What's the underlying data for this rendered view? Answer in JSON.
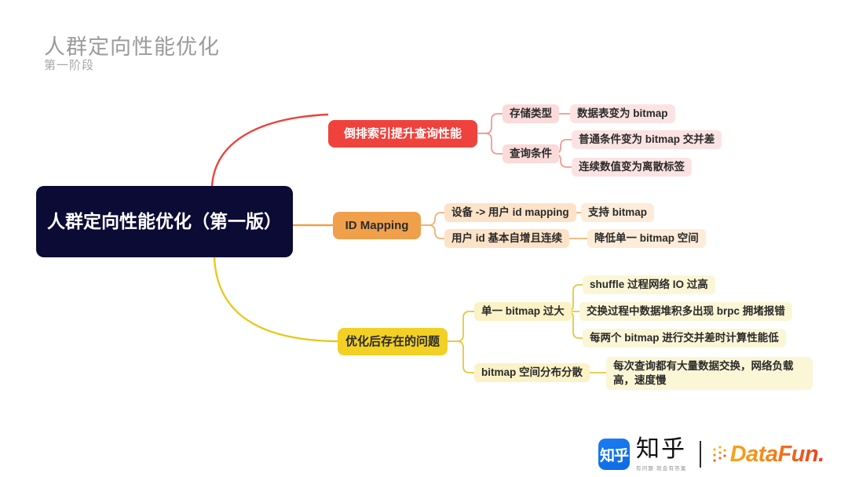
{
  "header": {
    "title": "人群定向性能优化",
    "subtitle": "第一阶段"
  },
  "mindmap": {
    "root": "人群定向性能优化（第一版）",
    "branches": [
      {
        "label": "倒排索引提升查询性能",
        "color": "#f0423c",
        "children": [
          {
            "label": "存储类型",
            "children": [
              {
                "label": "数据表变为 bitmap"
              }
            ]
          },
          {
            "label": "查询条件",
            "children": [
              {
                "label": "普通条件变为 bitmap 交并差"
              },
              {
                "label": "连续数值变为离散标签"
              }
            ]
          }
        ]
      },
      {
        "label": "ID Mapping",
        "color": "#f0a04b",
        "children": [
          {
            "label": "设备 -> 用户 id mapping",
            "children": [
              {
                "label": "支持 bitmap"
              }
            ]
          },
          {
            "label": "用户 id 基本自增且连续",
            "children": [
              {
                "label": "降低单一 bitmap 空间"
              }
            ]
          }
        ]
      },
      {
        "label": "优化后存在的问题",
        "color": "#f2d024",
        "children": [
          {
            "label": "单一 bitmap 过大",
            "children": [
              {
                "label": "shuffle 过程网络 IO 过高"
              },
              {
                "label": "交换过程中数据堆积多出现 brpc 拥堵报错"
              },
              {
                "label": "每两个 bitmap 进行交并差时计算性能低"
              }
            ]
          },
          {
            "label": "bitmap 空间分布分散",
            "children": [
              {
                "label": "每次查询都有大量数据交换，网络负载高，速度慢"
              }
            ]
          }
        ]
      }
    ]
  },
  "footer": {
    "zhihu_mark": "知乎",
    "zhihu_word": "知乎",
    "zhihu_tagline": "有问题 就会有答案",
    "datafun_word": "DataFun."
  }
}
